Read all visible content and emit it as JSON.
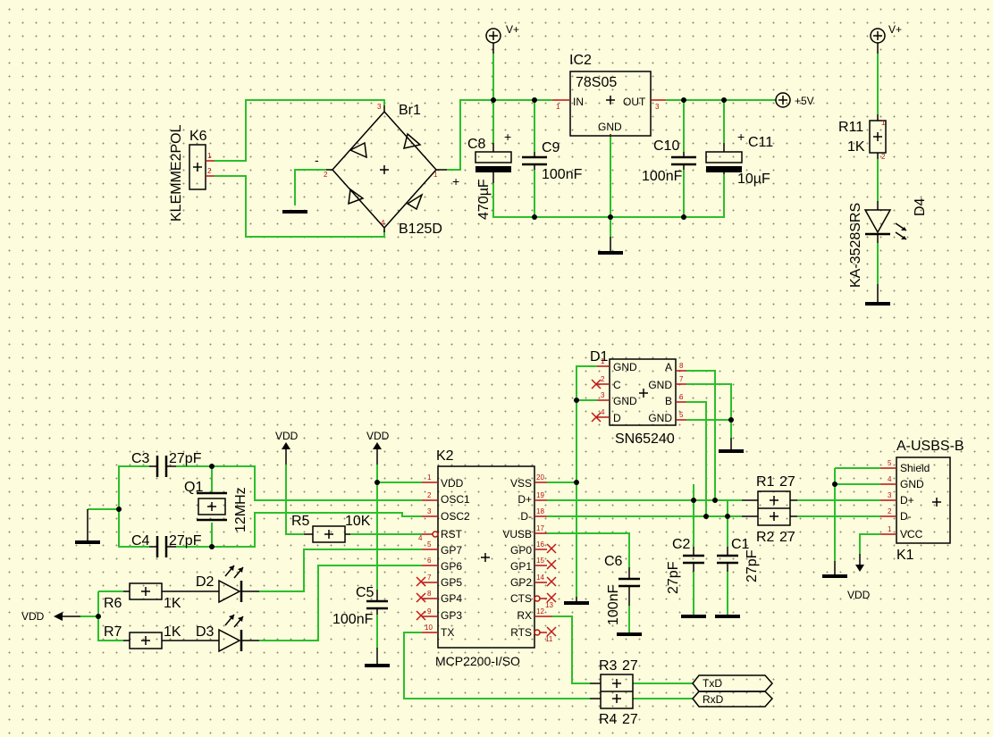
{
  "supply": {
    "vplus_1": "V+",
    "vplus_2": "V+",
    "plus5v": "+5V",
    "k6_name": "K6",
    "k6_value": "KLEMME2POL",
    "br1_name": "Br1",
    "br1_value": "B125D",
    "ic2_name": "IC2",
    "ic2_value": "78S05",
    "ic2_in": "IN",
    "ic2_out": "OUT",
    "ic2_gnd": "GND",
    "c8_name": "C8",
    "c8_value": "470µF",
    "c9_name": "C9",
    "c9_value": "100nF",
    "c10_name": "C10",
    "c10_value": "100nF",
    "c11_name": "C11",
    "c11_value": "10µF",
    "r11_name": "R11",
    "r11_value": "1K",
    "d4_name": "D4",
    "d4_value": "KA-3528SRS"
  },
  "interface": {
    "k2_name": "K2",
    "k2_value": "MCP2200-I/SO",
    "k2_pins_left": [
      "VDD",
      "OSC1",
      "OSC2",
      "RST",
      "GP7",
      "GP6",
      "GP5",
      "GP4",
      "GP3",
      "TX"
    ],
    "k2_pins_right": [
      "VSS",
      "D+",
      "D-",
      "VUSB",
      "GP0",
      "GP1",
      "GP2",
      "CTS",
      "RX",
      "RTS"
    ],
    "d1_name": "D1",
    "d1_value": "SN65240",
    "d1_pins_left": [
      "GND",
      "C",
      "GND",
      "D"
    ],
    "d1_pins_right": [
      "A",
      "GND",
      "B",
      "GND"
    ],
    "k1_name": "K1",
    "k1_value": "A-USBS-B",
    "k1_pins": [
      "Shield",
      "GND",
      "D+",
      "D-",
      "VCC"
    ],
    "c3_name": "C3",
    "c3_value": "27pF",
    "c4_name": "C4",
    "c4_value": "27pF",
    "q1_name": "Q1",
    "q1_value": "12MHz",
    "r5_name": "R5",
    "r5_value": "10K",
    "c5_name": "C5",
    "c5_value": "100nF",
    "c6_name": "C6",
    "c6_value": "100nF",
    "c2_name": "C2",
    "c2_value": "27pF",
    "c1_name": "C1",
    "c1_value": "27pF",
    "r1_name": "R1",
    "r1_value": "27",
    "r2_name": "R2",
    "r2_value": "27",
    "r3_name": "R3",
    "r3_value": "27",
    "r4_name": "R4",
    "r4_value": "27",
    "r6_name": "R6",
    "r6_value": "1K",
    "r7_name": "R7",
    "r7_value": "1K",
    "d2_name": "D2",
    "d3_name": "D3",
    "vdd_1": "VDD",
    "vdd_2": "VDD",
    "vdd_3": "VDD",
    "vdd_4": "VDD",
    "txd": "TxD",
    "rxd": "RxD"
  },
  "colors": {
    "wire": "#2bbf2b",
    "pin": "#b31313",
    "background": "#fdfcdc"
  }
}
